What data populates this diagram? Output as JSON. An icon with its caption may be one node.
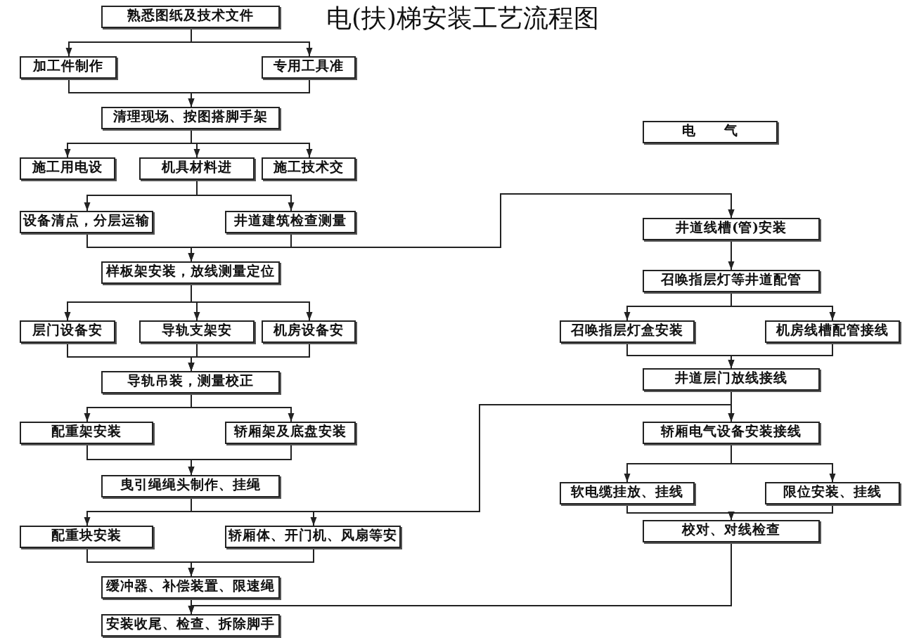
{
  "diagram": {
    "title": "电(扶)梯安装工艺流程图",
    "nodes": [
      {
        "text": [
          "熟悉图纸及技术文件"
        ]
      },
      {
        "text": [
          "加工件制作"
        ]
      },
      {
        "text": [
          "专用工具准"
        ]
      },
      {
        "text": [
          "清理现场、按图搭脚手架"
        ]
      },
      {
        "text": [
          "施工用电设"
        ]
      },
      {
        "text": [
          "机具材料进"
        ]
      },
      {
        "text": [
          "施工技术交"
        ]
      },
      {
        "text": [
          "设备清点，分层运输"
        ]
      },
      {
        "text": [
          "井道建筑检查测量"
        ]
      },
      {
        "text": [
          "样板架安装，放线测量定位"
        ]
      },
      {
        "text": [
          "层门设备安"
        ]
      },
      {
        "text": [
          "导轨支架安"
        ]
      },
      {
        "text": [
          "机房设备安"
        ]
      },
      {
        "text": [
          "导轨吊装，测量校正"
        ]
      },
      {
        "text": [
          "配重架安装"
        ]
      },
      {
        "text": [
          "轿厢架及底盘安装"
        ]
      },
      {
        "text": [
          "曳引绳绳头制作、挂绳"
        ]
      },
      {
        "text": [
          "配重块安装"
        ]
      },
      {
        "text": [
          "轿厢体、开门机、风扇等安"
        ]
      },
      {
        "text": [
          "缓冲器、补偿装置、限速绳"
        ]
      },
      {
        "text": [
          "安装收尾、检查、拆除脚手"
        ]
      },
      {
        "text": [
          "电　　气"
        ]
      },
      {
        "text": [
          "井道线槽(管)安装"
        ]
      },
      {
        "text": [
          "召唤指层灯等井道配管"
        ]
      },
      {
        "text": [
          "召唤指层灯盒安装"
        ]
      },
      {
        "text": [
          "机房线槽配管接线"
        ]
      },
      {
        "text": [
          "井道层门放线接线"
        ]
      },
      {
        "text": [
          "轿厢电气设备安装接线"
        ]
      },
      {
        "text": [
          "软电缆挂放、挂线"
        ]
      },
      {
        "text": [
          "限位安装、挂线"
        ]
      },
      {
        "text": [
          "校对、对线检查"
        ]
      }
    ],
    "edges": [
      {
        "from": 0,
        "to": 1,
        "arrow": "to"
      },
      {
        "from": 0,
        "to": 2,
        "arrow": "to"
      },
      {
        "from": 1,
        "to": 3,
        "arrow": "to"
      },
      {
        "from": 2,
        "to": 3,
        "arrow": "to"
      },
      {
        "from": 3,
        "to": 4,
        "arrow": "to"
      },
      {
        "from": 3,
        "to": 5,
        "arrow": "to"
      },
      {
        "from": 3,
        "to": 6,
        "arrow": "to"
      },
      {
        "from": 5,
        "to": 7,
        "arrow": "to"
      },
      {
        "from": 5,
        "to": 8,
        "arrow": "to"
      },
      {
        "from": 7,
        "to": 9,
        "arrow": "to"
      },
      {
        "from": 8,
        "to": 9,
        "arrow": "to"
      },
      {
        "from": 7,
        "to": 22,
        "arrow": "to"
      },
      {
        "from": 8,
        "to": 22,
        "arrow": "to"
      },
      {
        "from": 9,
        "to": 10,
        "arrow": "to"
      },
      {
        "from": 9,
        "to": 11,
        "arrow": "to"
      },
      {
        "from": 9,
        "to": 12,
        "arrow": "to"
      },
      {
        "from": 10,
        "to": 13,
        "arrow": "to"
      },
      {
        "from": 11,
        "to": 13,
        "arrow": "to"
      },
      {
        "from": 12,
        "to": 13,
        "arrow": "to"
      },
      {
        "from": 13,
        "to": 14,
        "arrow": "to"
      },
      {
        "from": 13,
        "to": 15,
        "arrow": "to"
      },
      {
        "from": 14,
        "to": 16,
        "arrow": "to"
      },
      {
        "from": 15,
        "to": 16,
        "arrow": "to"
      },
      {
        "from": 16,
        "to": 17,
        "arrow": "to"
      },
      {
        "from": 16,
        "to": 18,
        "arrow": "to"
      },
      {
        "from": 16,
        "to": 27,
        "arrow": "to"
      },
      {
        "from": 17,
        "to": 19,
        "arrow": "to"
      },
      {
        "from": 18,
        "to": 19,
        "arrow": "to"
      },
      {
        "from": 19,
        "to": 20,
        "arrow": "to"
      },
      {
        "from": 30,
        "to": 20,
        "arrow": "to"
      },
      {
        "from": 22,
        "to": 23,
        "arrow": "to"
      },
      {
        "from": 23,
        "to": 24,
        "arrow": "to"
      },
      {
        "from": 23,
        "to": 25,
        "arrow": "to"
      },
      {
        "from": 24,
        "to": 26,
        "arrow": "to"
      },
      {
        "from": 25,
        "to": 26,
        "arrow": "to"
      },
      {
        "from": 26,
        "to": 27,
        "arrow": "to"
      },
      {
        "from": 27,
        "to": 28,
        "arrow": "to"
      },
      {
        "from": 27,
        "to": 29,
        "arrow": "to"
      },
      {
        "from": 28,
        "to": 30,
        "arrow": "to"
      },
      {
        "from": 29,
        "to": 30,
        "arrow": "to"
      }
    ]
  }
}
